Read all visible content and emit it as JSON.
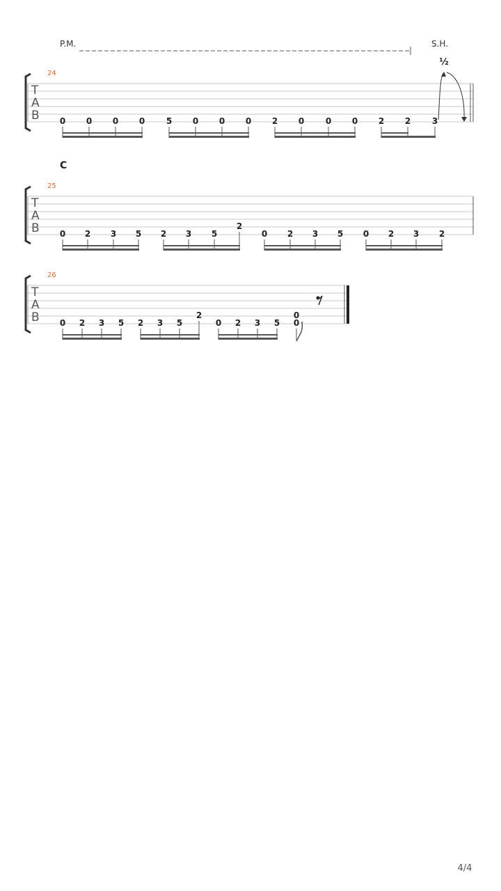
{
  "annotations": {
    "palm_mute": "P.M.",
    "string_harmonic": "S.H.",
    "bend_amount": "½",
    "section_label": "C",
    "tab_clef_letters": [
      "T",
      "A",
      "B"
    ]
  },
  "colors": {
    "measure_number": "#e8632a",
    "staff_line": "#c8c8c8",
    "note": "#222222",
    "beam": "#555555"
  },
  "measures": [
    {
      "number": "24",
      "notes": [
        {
          "fret": "0",
          "string": 6
        },
        {
          "fret": "0",
          "string": 6
        },
        {
          "fret": "0",
          "string": 6
        },
        {
          "fret": "0",
          "string": 6
        },
        {
          "fret": "5",
          "string": 6
        },
        {
          "fret": "0",
          "string": 6
        },
        {
          "fret": "0",
          "string": 6
        },
        {
          "fret": "0",
          "string": 6
        },
        {
          "fret": "2",
          "string": 6
        },
        {
          "fret": "0",
          "string": 6
        },
        {
          "fret": "0",
          "string": 6
        },
        {
          "fret": "0",
          "string": 6
        },
        {
          "fret": "2",
          "string": 6
        },
        {
          "fret": "2",
          "string": 6
        },
        {
          "fret": "3",
          "string": 6
        }
      ]
    },
    {
      "number": "25",
      "notes": [
        {
          "fret": "0",
          "string": 6
        },
        {
          "fret": "2",
          "string": 6
        },
        {
          "fret": "3",
          "string": 6
        },
        {
          "fret": "5",
          "string": 6
        },
        {
          "fret": "2",
          "string": 6
        },
        {
          "fret": "3",
          "string": 6
        },
        {
          "fret": "5",
          "string": 6
        },
        {
          "fret": "2",
          "string": 5
        },
        {
          "fret": "0",
          "string": 6
        },
        {
          "fret": "2",
          "string": 6
        },
        {
          "fret": "3",
          "string": 6
        },
        {
          "fret": "5",
          "string": 6
        },
        {
          "fret": "0",
          "string": 6
        },
        {
          "fret": "2",
          "string": 6
        },
        {
          "fret": "3",
          "string": 6
        },
        {
          "fret": "2",
          "string": 6
        }
      ]
    },
    {
      "number": "26",
      "notes": [
        {
          "fret": "0",
          "string": 6
        },
        {
          "fret": "2",
          "string": 6
        },
        {
          "fret": "3",
          "string": 6
        },
        {
          "fret": "5",
          "string": 6
        },
        {
          "fret": "2",
          "string": 6
        },
        {
          "fret": "3",
          "string": 6
        },
        {
          "fret": "5",
          "string": 6
        },
        {
          "fret": "2",
          "string": 5
        },
        {
          "fret": "0",
          "string": 6
        },
        {
          "fret": "2",
          "string": 6
        },
        {
          "fret": "3",
          "string": 6
        },
        {
          "fret": "5",
          "string": 6
        },
        {
          "fret": "0",
          "string": 5
        },
        {
          "fret": "0",
          "string": 6
        }
      ]
    }
  ],
  "page_number": "4/4"
}
